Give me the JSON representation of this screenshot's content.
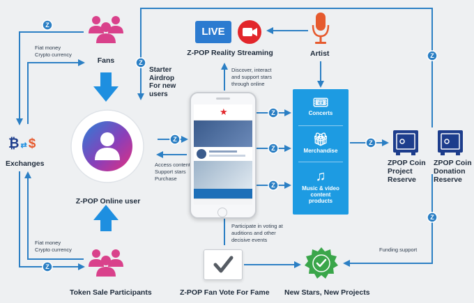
{
  "nodes": {
    "fans": "Fans",
    "starter_airdrop": [
      "Starter",
      "Airdrop",
      "For new",
      "users"
    ],
    "exchanges": "Exchanges",
    "online_user": "Z-POP Online user",
    "token_sale": "Token Sale Participants",
    "reality_streaming": "Z-POP Reality Streaming",
    "live_badge": "LIVE",
    "artist": "Artist",
    "fan_vote": "Z-POP Fan Vote For Fame",
    "new_stars": "New Stars, New Projects",
    "project_reserve": [
      "ZPOP Coin",
      "Project",
      "Reserve"
    ],
    "donation_reserve": [
      "ZPOP Coin",
      "Donation",
      "Reserve"
    ]
  },
  "products": {
    "concerts": "Concerts",
    "merchandise": "Merchandise",
    "music_video": [
      "Music & video",
      "content",
      "products"
    ]
  },
  "notes": {
    "fiat_top": [
      "Fiat money",
      "Crypto currency"
    ],
    "fiat_bottom": [
      "Fiat money",
      "Crypto currency"
    ],
    "discover": [
      "Discover, interact",
      "and support stars",
      "through online"
    ],
    "access": [
      "Access content",
      "Support stars",
      "Purchase"
    ],
    "participate": [
      "Participate in voting at",
      "auditions and other",
      "decisive events"
    ],
    "funding": "Funding support"
  },
  "token_glyph": "Z",
  "currency_glyphs": {
    "bitcoin": "₿",
    "dollar": "$"
  },
  "colors": {
    "flow_blue": "#2b7fc4",
    "arrow_blue": "#1e8fe0",
    "pink": "#d9418b",
    "red": "#e2262b",
    "orange": "#e65a2e",
    "navy": "#1d3d8c",
    "green": "#3aa64a",
    "box_blue": "#1d9be2"
  }
}
